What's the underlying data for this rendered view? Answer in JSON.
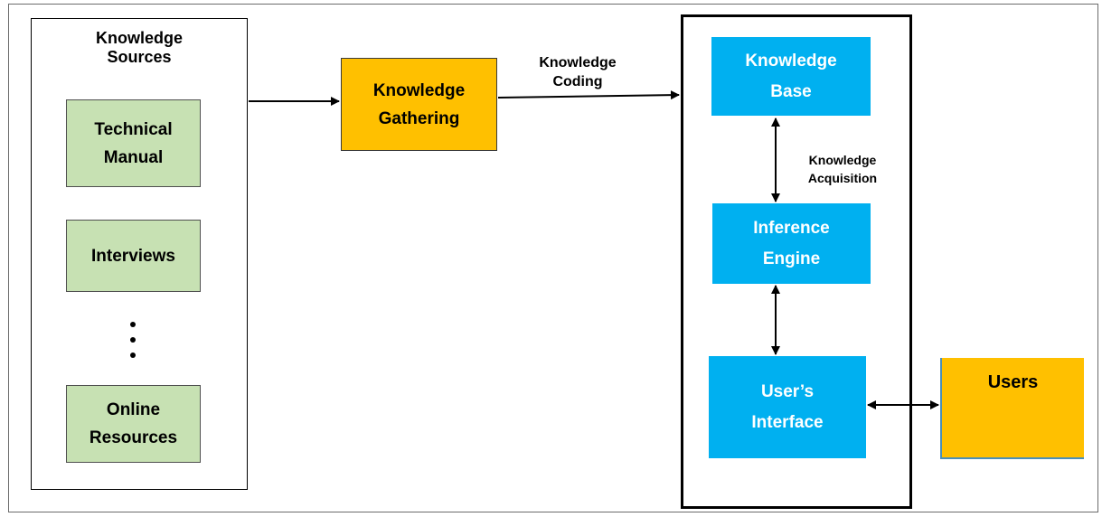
{
  "knowledge_sources": {
    "title": "Knowledge\nSources",
    "items": [
      "Technical\nManual",
      "Interviews",
      "Online\nResources"
    ]
  },
  "gathering": {
    "label": "Knowledge\nGathering"
  },
  "coding_label": "Knowledge\nCoding",
  "expert_system": {
    "knowledge_base": "Knowledge\nBase",
    "acquisition_label": "Knowledge\nAcquisition",
    "inference_engine": "Inference\nEngine",
    "user_interface": "User’s\nInterface"
  },
  "users": {
    "label": "Users"
  },
  "colors": {
    "source_fill": "#c7e1b3",
    "process_fill": "#ffc000",
    "system_fill": "#00b0f0"
  }
}
